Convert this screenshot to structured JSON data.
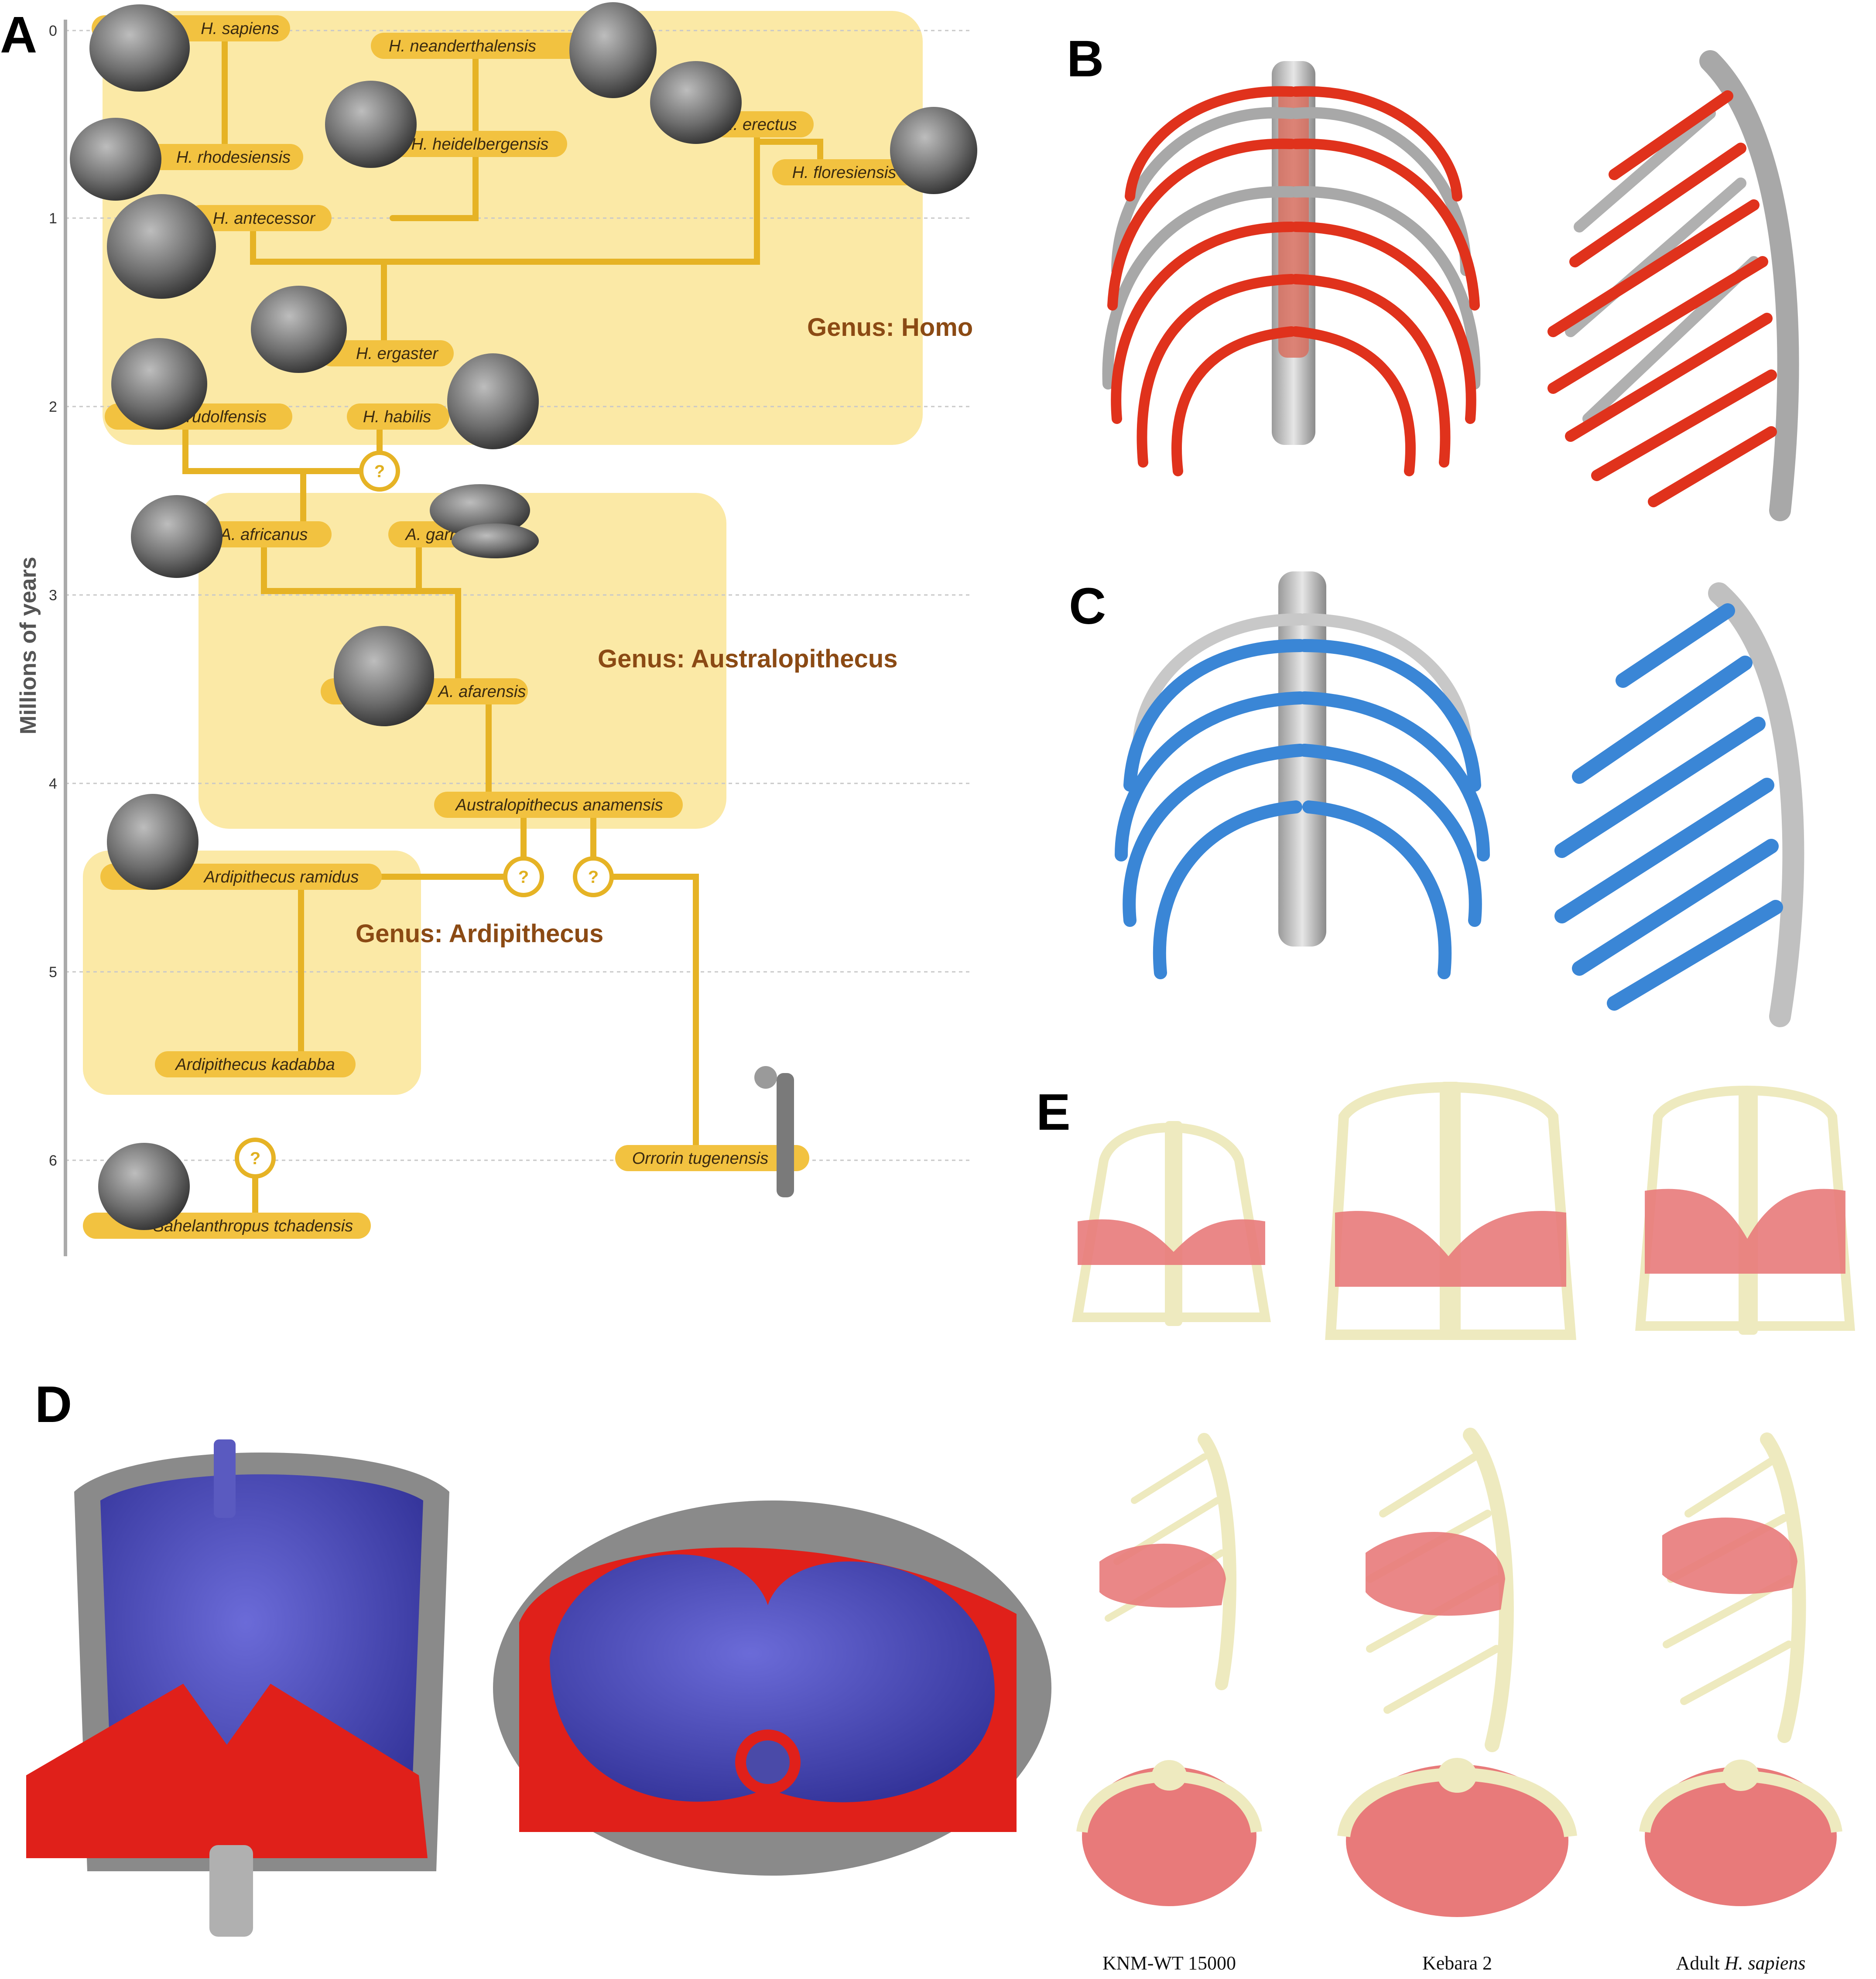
{
  "panels": {
    "a": "A",
    "b": "B",
    "c": "C",
    "d": "D",
    "e": "E"
  },
  "panel_a": {
    "axis_title": "Millions of years",
    "ticks": [
      "0",
      "1",
      "2",
      "3",
      "4",
      "5",
      "6"
    ],
    "genera": {
      "homo": "Genus: Homo",
      "australopithecus": "Genus: Australopithecus",
      "ardipithecus": "Genus: Ardipithecus"
    },
    "taxa": {
      "sapiens": "H. sapiens",
      "neanderthalensis": "H. neanderthalensis",
      "rhodesiensis": "H. rhodesiensis",
      "heidelbergensis": "H. heidelbergensis",
      "erectus": "H. erectus",
      "floresiensis": "H. floresiensis",
      "antecessor": "H. antecessor",
      "ergaster": "H. ergaster",
      "rudolfensis": "H. rudolfensis",
      "habilis": "H. habilis",
      "africanus": "A. africanus",
      "garhi": "A. garhi",
      "afarensis": "A. afarensis",
      "anamensis": "Australopithecus anamensis",
      "ramidus": "Ardipithecus ramidus",
      "kadabba": "Ardipithecus kadabba",
      "orrorin": "Orrorin tugenensis",
      "sahelanthropus": "Sahelanthropus tchadensis"
    },
    "unknown_node": "?"
  },
  "panel_e": {
    "captions": {
      "col1": "KNM-WT 15000",
      "col2": "Kebara 2",
      "col3_prefix": "Adult ",
      "col3_species": "H. sapiens"
    }
  },
  "colors": {
    "box_fill": "#fbe9a6",
    "pill": "#f2c240",
    "tree_line": "#e6b325",
    "genus_text": "#8b4a14",
    "red_ribs": "#e0321c",
    "blue_ribs": "#3a86d6",
    "purple_lung": "#4646b8",
    "bone_cream": "#eeeabf",
    "diaphragm_pink": "#e87a7a"
  }
}
